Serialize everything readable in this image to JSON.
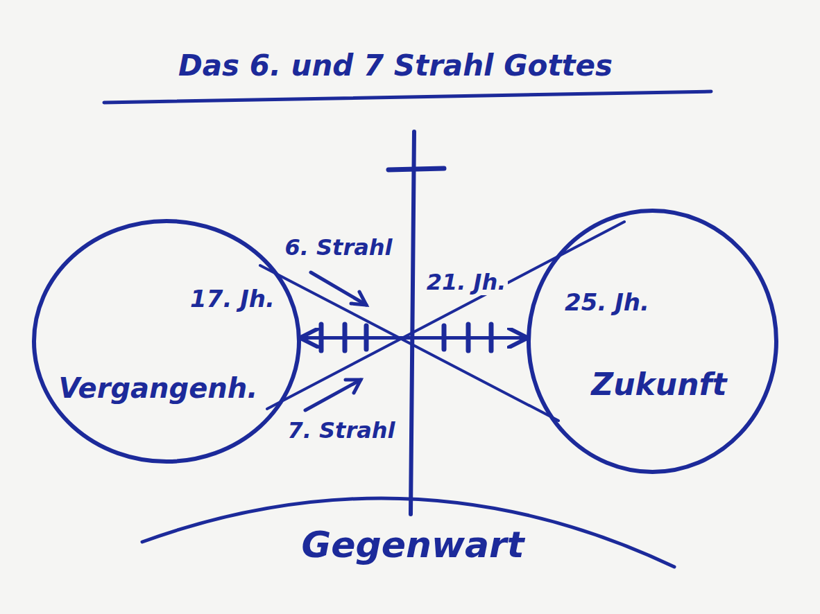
{
  "diagram": {
    "title": "Das 6. und 7 Strahl Gottes",
    "nodes": [
      {
        "text": [
          "17. Jh.",
          "Vergangenh."
        ]
      },
      {
        "text": [
          "25. Jh.",
          "Zukunft"
        ]
      }
    ],
    "edges": [
      {
        "from": 0,
        "to": 1,
        "arrow": "both"
      }
    ],
    "labels": [
      "6. Strahl",
      "7. Strahl",
      "21. Jh.",
      "Gegenwart"
    ]
  }
}
